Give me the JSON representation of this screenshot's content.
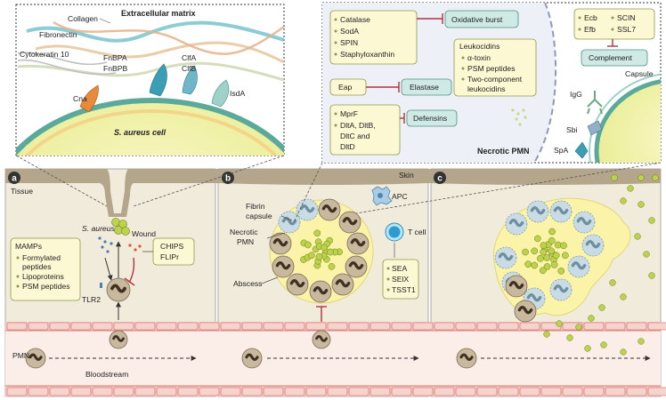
{
  "top_left": {
    "title": "Extracellular matrix",
    "collagen": "Collagen",
    "fibronectin": "Fibronectin",
    "cytokeratin": "Cytokeratin 10",
    "cna": "Cna",
    "fnbpa": "FnBPA",
    "fnbpb": "FnBPB",
    "clfa": "ClfA",
    "clfb": "ClfB",
    "isda": "IsdA",
    "cell": "S. aureus cell"
  },
  "top_right": {
    "antioxidants": [
      "Catalase",
      "SodA",
      "SPIN",
      "Staphyloxanthin"
    ],
    "oxidative_burst": "Oxidative burst",
    "leukocidins_title": "Leukocidins",
    "leukocidins": [
      "α-toxin",
      "PSM peptides",
      "Two-component",
      "leukocidins"
    ],
    "eap": "Eap",
    "elastase": "Elastase",
    "defensin_mods": [
      "MprF",
      "DltA, DltB,",
      "DltC and",
      "DltD"
    ],
    "defensins": "Defensins",
    "necrotic_pmn": "Necrotic PMN",
    "complement_inhibitors": [
      "Ecb",
      "Efb",
      "SCIN",
      "SSL7"
    ],
    "complement": "Complement",
    "capsule": "Capsule",
    "igg": "IgG",
    "sbi": "Sbi",
    "spa": "SpA"
  },
  "panel_a": {
    "letter": "a",
    "tissue": "Tissue",
    "s_aureus": "S. aureus",
    "wound": "Wound",
    "mamps_title": "MAMPs",
    "mamps": [
      "Formylated",
      "peptides",
      "Lipoproteins",
      "PSM peptides"
    ],
    "chips": [
      "CHIPS",
      "FLIPr"
    ],
    "tlr2": "TLR2",
    "pmn": "PMN",
    "bloodstream": "Bloodstream"
  },
  "panel_b": {
    "letter": "b",
    "skin": "Skin",
    "fibrin": [
      "Fibrin",
      "capsule"
    ],
    "necrotic": [
      "Necrotic",
      "PMN"
    ],
    "abscess": "Abscess",
    "apc": "APC",
    "tcell": "T cell",
    "superantigens": [
      "SEA",
      "SElX",
      "TSST1"
    ]
  },
  "panel_c": {
    "letter": "c"
  },
  "colors": {
    "tissue": "#f1ebdc",
    "skin": "#b4a68a",
    "vessel_cell": "#f4c6c0",
    "bacteria": "#bcd24a",
    "pmn_body": "#c8b99e",
    "inhibit": "#b0323a"
  }
}
